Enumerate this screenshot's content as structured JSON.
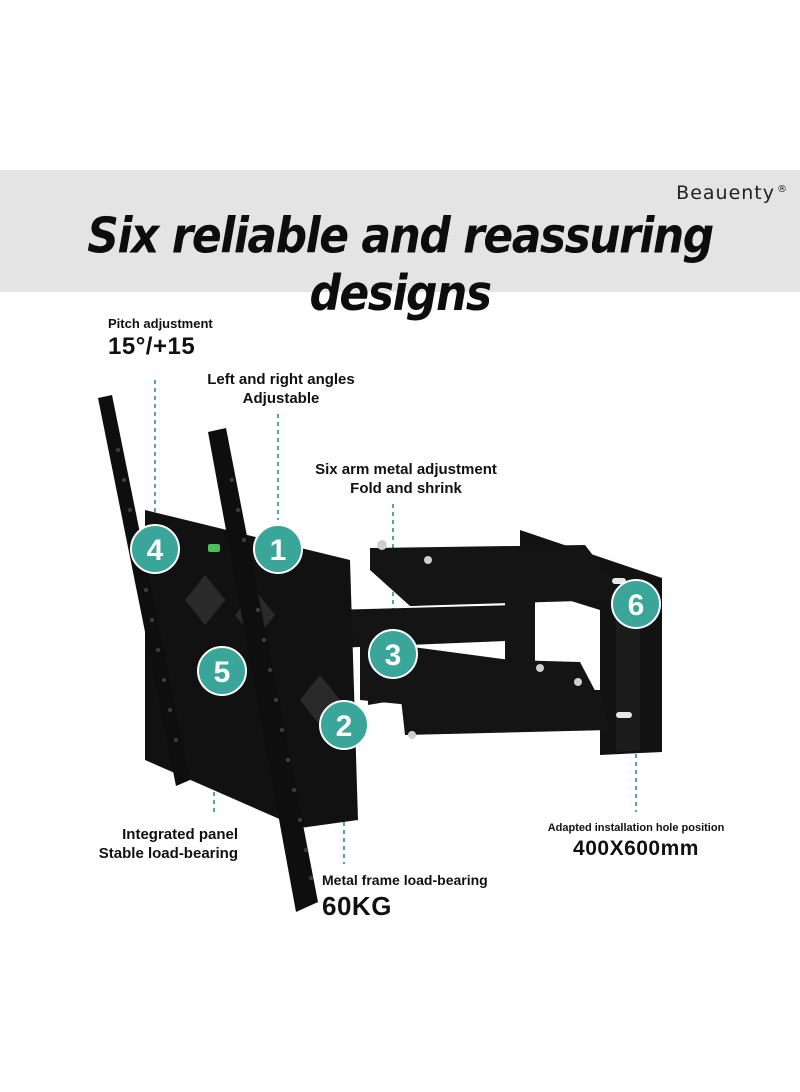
{
  "banner": {
    "brand": "Beauenty",
    "brand_mark": "®",
    "headline": "Six reliable and reassuring designs"
  },
  "callouts": {
    "pitch": {
      "caption": "Pitch adjustment",
      "value": "15°/+15"
    },
    "angles": {
      "line1": "Left and right angles",
      "line2": "Adjustable"
    },
    "arm": {
      "line1": "Six arm metal adjustment",
      "line2": "Fold and shrink"
    },
    "panel": {
      "line1": "Integrated panel",
      "line2": "Stable load-bearing"
    },
    "frame": {
      "caption": "Metal frame load-bearing",
      "value": "60KG"
    },
    "holes": {
      "caption": "Adapted installation hole position",
      "value": "400X600mm"
    }
  },
  "badges": [
    "1",
    "2",
    "3",
    "4",
    "5",
    "6"
  ],
  "colors": {
    "badge": "#3aa69a",
    "mount": "#111111",
    "guide": "#2f8f86",
    "banner": "#e4e4e4"
  }
}
